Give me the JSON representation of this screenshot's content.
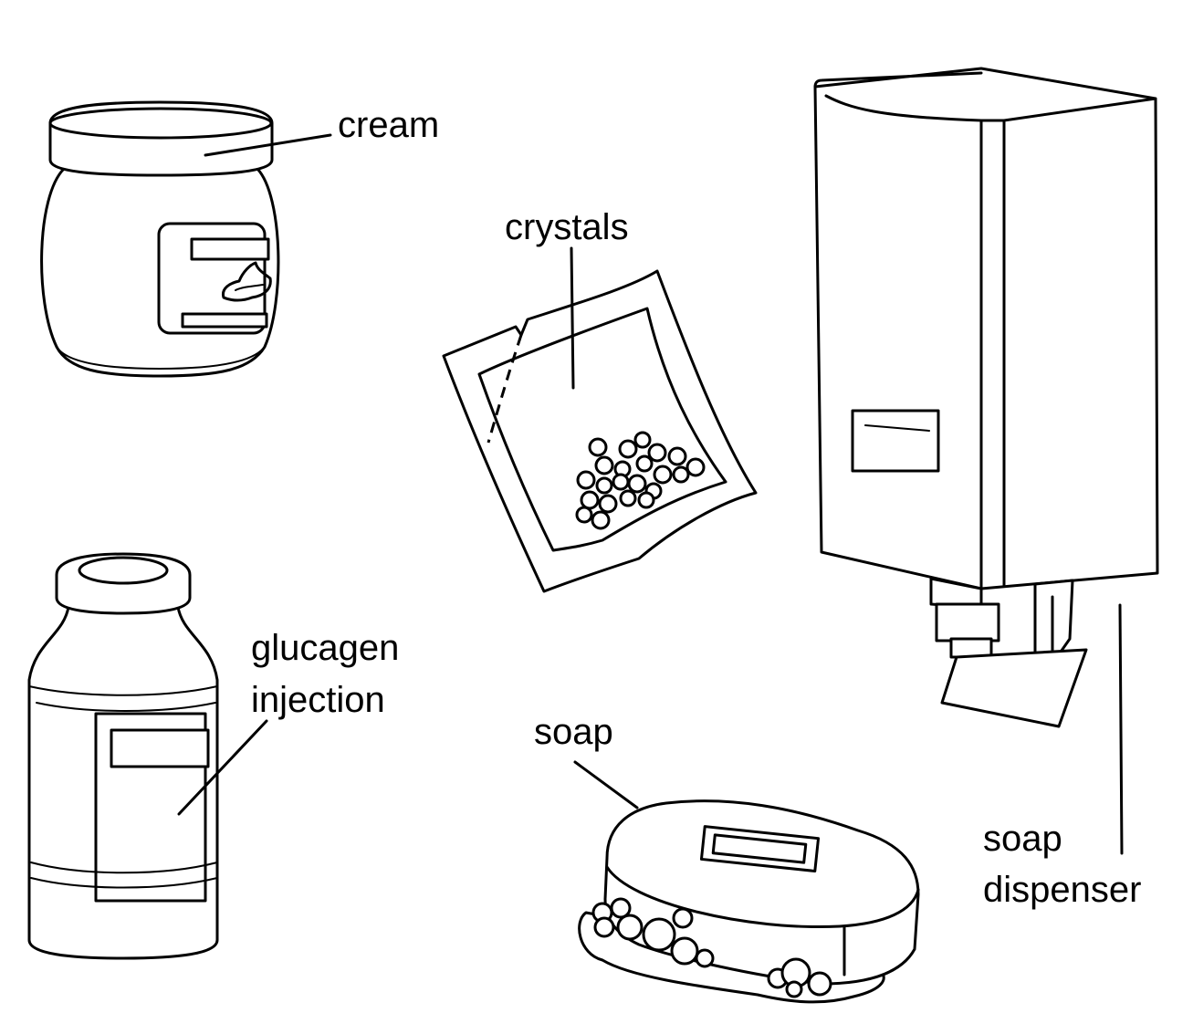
{
  "labels": {
    "cream": "cream",
    "crystals": "crystals",
    "glucagon_line1": "glucagen",
    "glucagon_line2": "injection",
    "soap": "soap",
    "soap_dispenser_line1": "soap",
    "soap_dispenser_line2": "dispenser"
  },
  "colors": {
    "ink": "#000000",
    "background": "#ffffff"
  }
}
